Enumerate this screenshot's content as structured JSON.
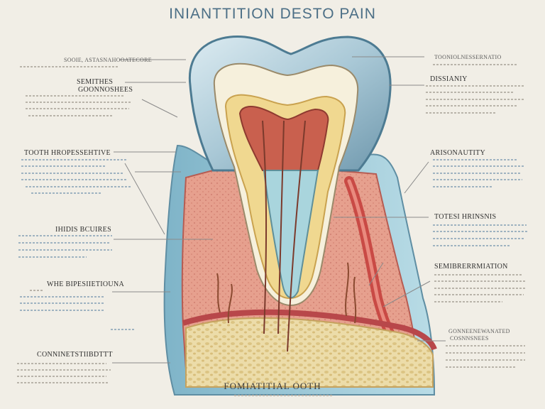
{
  "title": "INIANTTITION DESTO PAIN",
  "bottom_caption": "FOMIATITIAL OOTH",
  "left_labels": [
    {
      "name": "left-label-top-small",
      "text": "SOOIE, ASTASNAHOOATECORE"
    },
    {
      "name": "left-label-1",
      "text": "SEMITHES"
    },
    {
      "name": "left-label-1b",
      "text": "GOONNOSHEES"
    },
    {
      "name": "left-label-2",
      "text": "TOOTH HROPESSEHTIVE"
    },
    {
      "name": "left-label-3",
      "text": "IHIDIS BCUIRES"
    },
    {
      "name": "left-label-4",
      "text": "WHE BIPESIIETIOUNA"
    },
    {
      "name": "left-label-5",
      "text": "CONNINETSTIIBDTTT"
    }
  ],
  "right_labels": [
    {
      "name": "right-label-top-small",
      "text": "TOONIOLNESSERNATIO"
    },
    {
      "name": "right-label-1",
      "text": "DISSIANIY"
    },
    {
      "name": "right-label-2",
      "text": "ARISONAUTITY"
    },
    {
      "name": "right-label-3",
      "text": "TOTESI HRINSNIS"
    },
    {
      "name": "right-label-4",
      "text": "SEMIBRERRMIATION"
    },
    {
      "name": "right-label-5",
      "text": "GONNEENEWANATED"
    },
    {
      "name": "right-label-5b",
      "text": "COSNNSNEES"
    }
  ],
  "colors": {
    "background": "#f1eee6",
    "enamel": "#b9d4e0",
    "dentin": "#f3e3b4",
    "pulp": "#c7614f",
    "gum": "#c9665c",
    "bone": "#e9d7a2",
    "title": "#4c6f86"
  }
}
